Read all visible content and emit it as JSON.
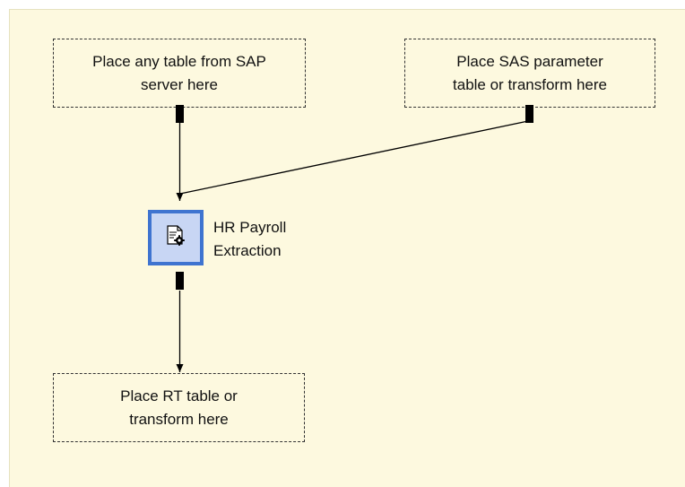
{
  "diagram": {
    "source_placeholder": "Place any table from SAP\nserver here",
    "parameter_placeholder": "Place SAS parameter\ntable or transform here",
    "target_placeholder": "Place RT table or\ntransform here",
    "transform_node": {
      "label": "HR Payroll\nExtraction",
      "icon": "document-gear-icon"
    }
  },
  "colors": {
    "canvas_background": "#fdf9df",
    "node_border": "#3f74d0",
    "node_fill": "#c8d6f4"
  }
}
